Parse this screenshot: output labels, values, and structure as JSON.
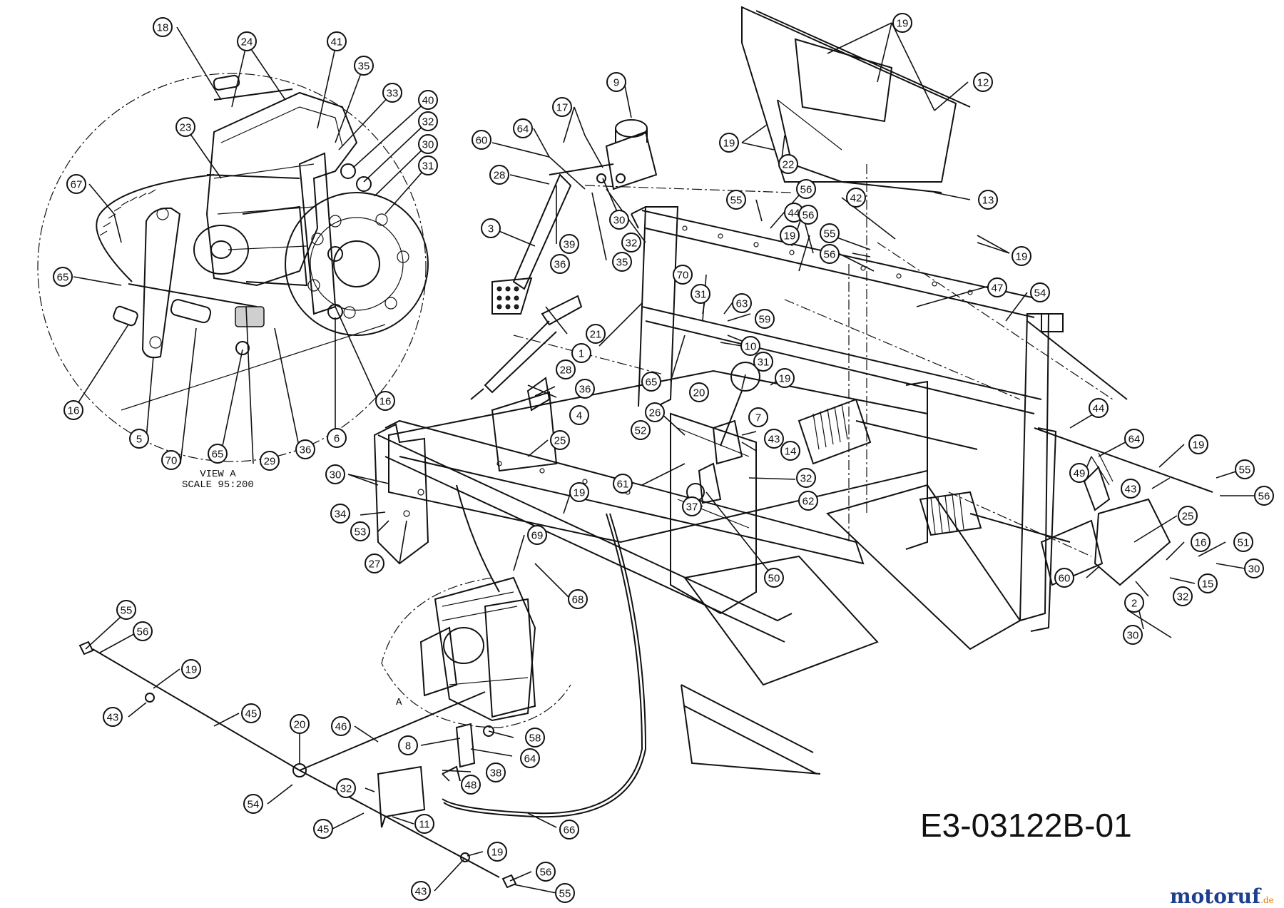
{
  "drawing_number": "E3-03122B-01",
  "view_caption": {
    "line1": "VIEW A",
    "line2": "SCALE 95:200"
  },
  "detail_marker": "A",
  "watermark": {
    "main": "motoruf",
    "tld": ".de"
  },
  "callouts": [
    {
      "id": "c18",
      "label": "18"
    },
    {
      "id": "c24",
      "label": "24"
    },
    {
      "id": "c41",
      "label": "41"
    },
    {
      "id": "c35a",
      "label": "35"
    },
    {
      "id": "c33",
      "label": "33"
    },
    {
      "id": "c40",
      "label": "40"
    },
    {
      "id": "c23",
      "label": "23"
    },
    {
      "id": "c32a",
      "label": "32"
    },
    {
      "id": "c30a",
      "label": "30"
    },
    {
      "id": "c31a",
      "label": "31"
    },
    {
      "id": "c67",
      "label": "67"
    },
    {
      "id": "c65a",
      "label": "65"
    },
    {
      "id": "c16a",
      "label": "16"
    },
    {
      "id": "c16b",
      "label": "16"
    },
    {
      "id": "c5",
      "label": "5"
    },
    {
      "id": "c70a",
      "label": "70"
    },
    {
      "id": "c65b",
      "label": "65"
    },
    {
      "id": "c29",
      "label": "29"
    },
    {
      "id": "c36a",
      "label": "36"
    },
    {
      "id": "c6",
      "label": "6"
    },
    {
      "id": "c9",
      "label": "9"
    },
    {
      "id": "c17",
      "label": "17"
    },
    {
      "id": "c64a",
      "label": "64"
    },
    {
      "id": "c60a",
      "label": "60"
    },
    {
      "id": "c28a",
      "label": "28"
    },
    {
      "id": "c3",
      "label": "3"
    },
    {
      "id": "c30b",
      "label": "30"
    },
    {
      "id": "c32b",
      "label": "32"
    },
    {
      "id": "c39",
      "label": "39"
    },
    {
      "id": "c35b",
      "label": "35"
    },
    {
      "id": "c36b",
      "label": "36"
    },
    {
      "id": "c1",
      "label": "1"
    },
    {
      "id": "c21",
      "label": "21"
    },
    {
      "id": "c28b",
      "label": "28"
    },
    {
      "id": "c36c",
      "label": "36"
    },
    {
      "id": "c4",
      "label": "4"
    },
    {
      "id": "c25a",
      "label": "25"
    },
    {
      "id": "c19a",
      "label": "19"
    },
    {
      "id": "c12",
      "label": "12"
    },
    {
      "id": "c19b",
      "label": "19"
    },
    {
      "id": "c22",
      "label": "22"
    },
    {
      "id": "c13",
      "label": "13"
    },
    {
      "id": "c55a",
      "label": "55"
    },
    {
      "id": "c56a",
      "label": "56"
    },
    {
      "id": "c42",
      "label": "42"
    },
    {
      "id": "c44a",
      "label": "44"
    },
    {
      "id": "c56b",
      "label": "56"
    },
    {
      "id": "c19c",
      "label": "19"
    },
    {
      "id": "c55b",
      "label": "55"
    },
    {
      "id": "c56c",
      "label": "56"
    },
    {
      "id": "c19d",
      "label": "19"
    },
    {
      "id": "c70b",
      "label": "70"
    },
    {
      "id": "c31b",
      "label": "31"
    },
    {
      "id": "c63",
      "label": "63"
    },
    {
      "id": "c59",
      "label": "59"
    },
    {
      "id": "c47",
      "label": "47"
    },
    {
      "id": "c54a",
      "label": "54"
    },
    {
      "id": "c10",
      "label": "10"
    },
    {
      "id": "c31c",
      "label": "31"
    },
    {
      "id": "c65c",
      "label": "65"
    },
    {
      "id": "c19e",
      "label": "19"
    },
    {
      "id": "c20a",
      "label": "20"
    },
    {
      "id": "c7",
      "label": "7"
    },
    {
      "id": "c26",
      "label": "26"
    },
    {
      "id": "c43a",
      "label": "43"
    },
    {
      "id": "c52",
      "label": "52"
    },
    {
      "id": "c14",
      "label": "14"
    },
    {
      "id": "c32c",
      "label": "32"
    },
    {
      "id": "c61",
      "label": "61"
    },
    {
      "id": "c62",
      "label": "62"
    },
    {
      "id": "c37",
      "label": "37"
    },
    {
      "id": "c50",
      "label": "50"
    },
    {
      "id": "c30c",
      "label": "30"
    },
    {
      "id": "c34",
      "label": "34"
    },
    {
      "id": "c53",
      "label": "53"
    },
    {
      "id": "c27",
      "label": "27"
    },
    {
      "id": "c19f",
      "label": "19"
    },
    {
      "id": "c69",
      "label": "69"
    },
    {
      "id": "c68",
      "label": "68"
    },
    {
      "id": "c44b",
      "label": "44"
    },
    {
      "id": "c64b",
      "label": "64"
    },
    {
      "id": "c19g",
      "label": "19"
    },
    {
      "id": "c49",
      "label": "49"
    },
    {
      "id": "c55c",
      "label": "55"
    },
    {
      "id": "c43b",
      "label": "43"
    },
    {
      "id": "c56d",
      "label": "56"
    },
    {
      "id": "c25b",
      "label": "25"
    },
    {
      "id": "c16c",
      "label": "16"
    },
    {
      "id": "c51",
      "label": "51"
    },
    {
      "id": "c60b",
      "label": "60"
    },
    {
      "id": "c30d",
      "label": "30"
    },
    {
      "id": "c15",
      "label": "15"
    },
    {
      "id": "c2",
      "label": "2"
    },
    {
      "id": "c32d",
      "label": "32"
    },
    {
      "id": "c30e",
      "label": "30"
    },
    {
      "id": "c55d",
      "label": "55"
    },
    {
      "id": "c56e",
      "label": "56"
    },
    {
      "id": "c19h",
      "label": "19"
    },
    {
      "id": "c43c",
      "label": "43"
    },
    {
      "id": "c45a",
      "label": "45"
    },
    {
      "id": "c20b",
      "label": "20"
    },
    {
      "id": "c46",
      "label": "46"
    },
    {
      "id": "c54b",
      "label": "54"
    },
    {
      "id": "c8",
      "label": "8"
    },
    {
      "id": "c58",
      "label": "58"
    },
    {
      "id": "c64c",
      "label": "64"
    },
    {
      "id": "c38",
      "label": "38"
    },
    {
      "id": "c32e",
      "label": "32"
    },
    {
      "id": "c48",
      "label": "48"
    },
    {
      "id": "c11",
      "label": "11"
    },
    {
      "id": "c45b",
      "label": "45"
    },
    {
      "id": "c66",
      "label": "66"
    },
    {
      "id": "c19i",
      "label": "19"
    },
    {
      "id": "c56f",
      "label": "56"
    },
    {
      "id": "c43d",
      "label": "43"
    },
    {
      "id": "c55e",
      "label": "55"
    }
  ]
}
